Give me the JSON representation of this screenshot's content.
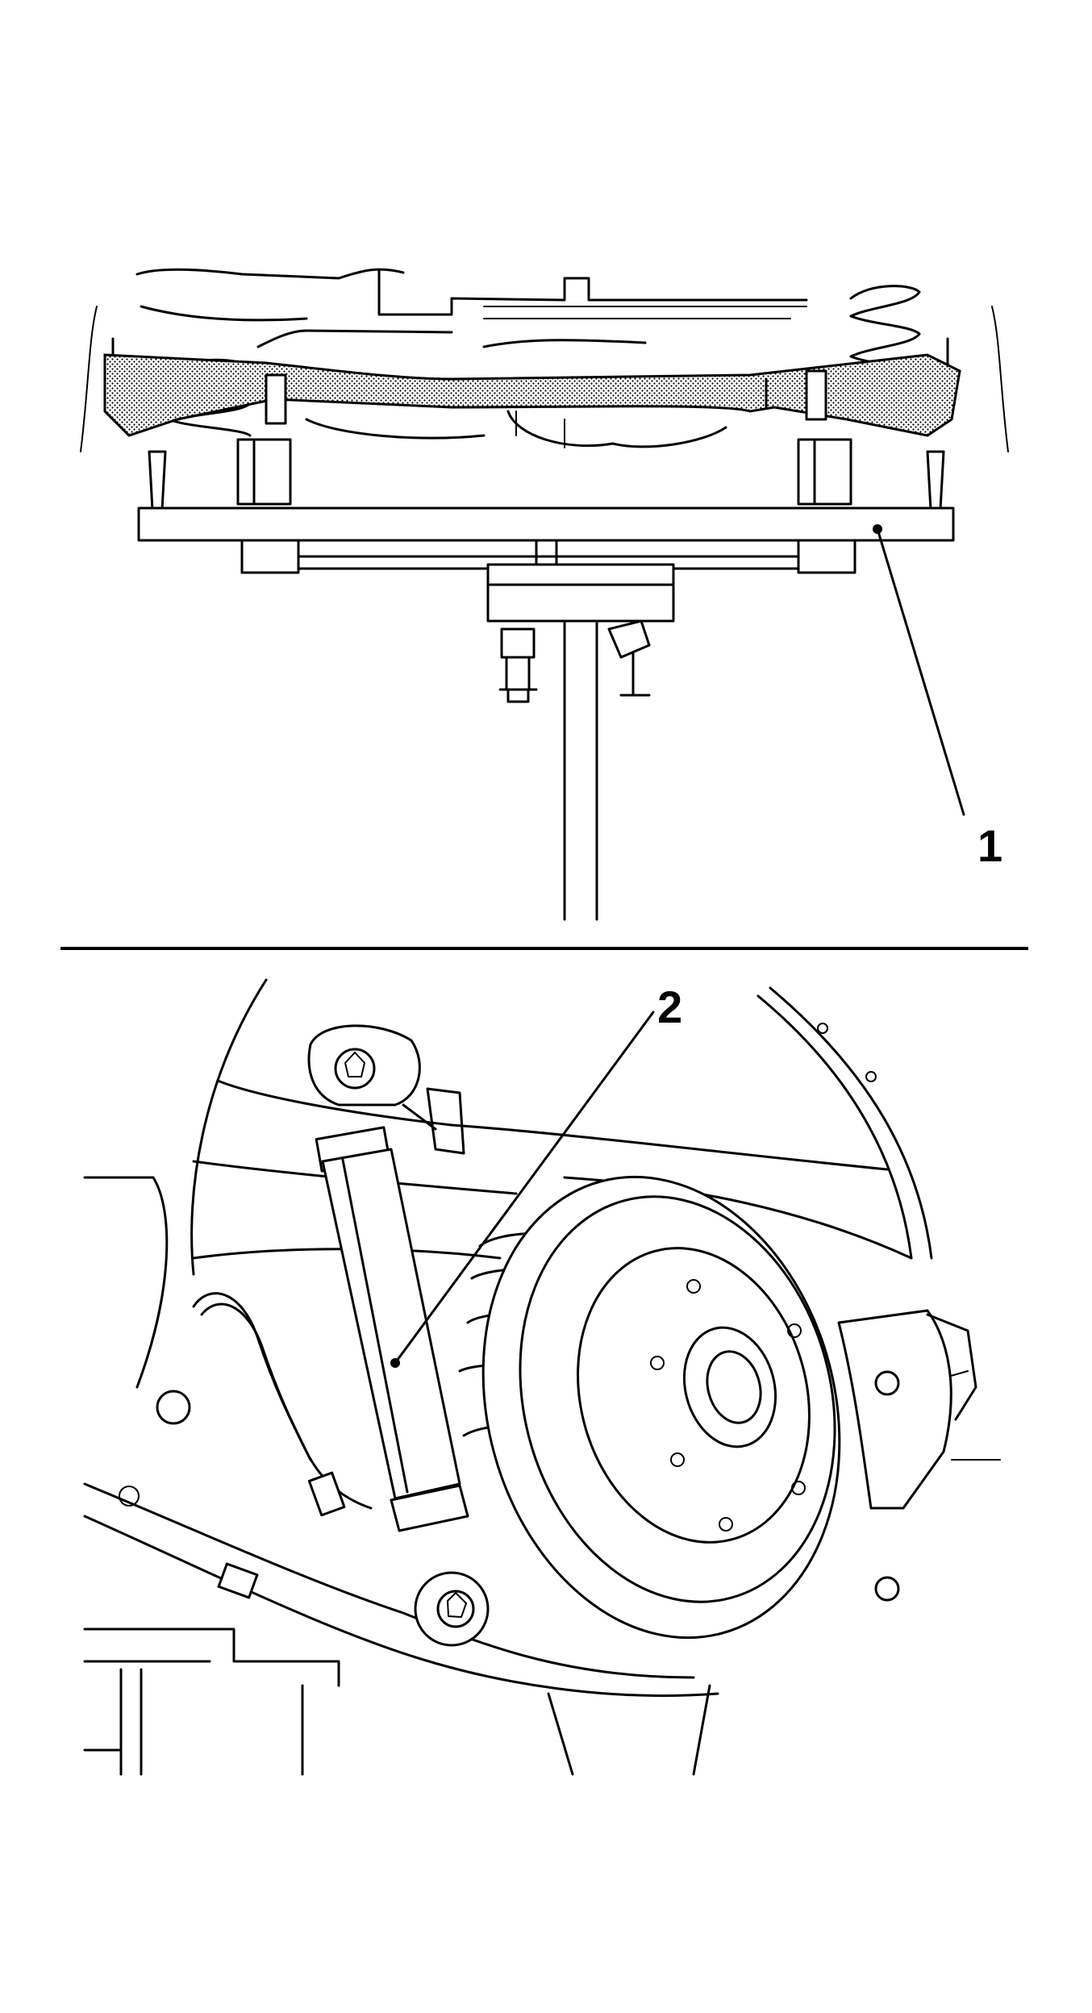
{
  "callouts": [
    {
      "id": "1",
      "label": "1"
    },
    {
      "id": "2",
      "label": "2"
    }
  ],
  "colors": {
    "ink": "#000000",
    "paper": "#ffffff",
    "shading": "#cfcfcf"
  }
}
